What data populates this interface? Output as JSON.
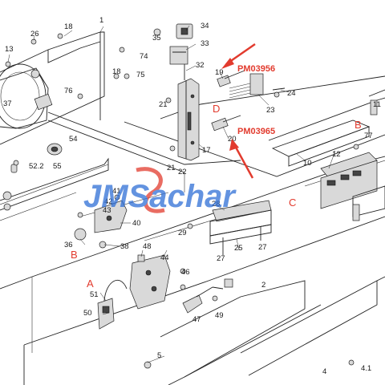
{
  "watermark": {
    "text": "JMSachar",
    "color": "#2f6fd6"
  },
  "callouts": [
    {
      "id": "pm1",
      "text": "PM03956"
    },
    {
      "id": "pm2",
      "text": "PM03965"
    }
  ],
  "letters": {
    "A": "A",
    "B1": "B",
    "B2": "B",
    "C": "C",
    "D": "D"
  },
  "accent_color": "#e23b2e",
  "parts": [
    "1",
    "2",
    "4",
    "4.1",
    "5",
    "11",
    "12",
    "13",
    "17",
    "18",
    "18",
    "19",
    "20",
    "21",
    "21",
    "22",
    "23",
    "24",
    "25",
    "26",
    "27",
    "27",
    "28",
    "29",
    "32",
    "33",
    "34",
    "35",
    "36",
    "37",
    "38",
    "40",
    "41",
    "42",
    "43",
    "44",
    "46",
    "47",
    "48",
    "49",
    "50",
    "51",
    "52.2",
    "54",
    "55",
    "74",
    "75",
    "76",
    "77",
    "10"
  ]
}
